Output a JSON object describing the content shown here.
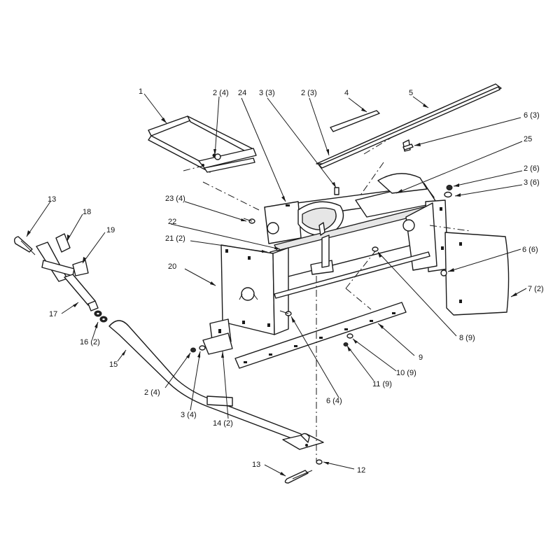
{
  "callouts": [
    {
      "id": "c1",
      "text": "1"
    },
    {
      "id": "c2",
      "text": "2 (4)"
    },
    {
      "id": "c3",
      "text": "24"
    },
    {
      "id": "c4",
      "text": "3 (3)"
    },
    {
      "id": "c5",
      "text": "2 (3)"
    },
    {
      "id": "c6",
      "text": "4"
    },
    {
      "id": "c7",
      "text": "5"
    },
    {
      "id": "c8",
      "text": "6 (3)"
    },
    {
      "id": "c9",
      "text": "25"
    },
    {
      "id": "c10",
      "text": "2 (6)"
    },
    {
      "id": "c11",
      "text": "3 (6)"
    },
    {
      "id": "c12",
      "text": "13"
    },
    {
      "id": "c13",
      "text": "18"
    },
    {
      "id": "c14",
      "text": "19"
    },
    {
      "id": "c15",
      "text": "23 (4)"
    },
    {
      "id": "c16",
      "text": "22"
    },
    {
      "id": "c17",
      "text": "21 (2)"
    },
    {
      "id": "c18",
      "text": "20"
    },
    {
      "id": "c19",
      "text": "6 (6)"
    },
    {
      "id": "c20",
      "text": "7 (2)"
    },
    {
      "id": "c21",
      "text": "17"
    },
    {
      "id": "c22",
      "text": "16 (2)"
    },
    {
      "id": "c23",
      "text": "15"
    },
    {
      "id": "c24",
      "text": "8 (9)"
    },
    {
      "id": "c25",
      "text": "9"
    },
    {
      "id": "c26",
      "text": "10 (9)"
    },
    {
      "id": "c27",
      "text": "11 (9)"
    },
    {
      "id": "c28",
      "text": "2 (4)"
    },
    {
      "id": "c29",
      "text": "3 (4)"
    },
    {
      "id": "c30",
      "text": "14 (2)"
    },
    {
      "id": "c31",
      "text": "6 (4)"
    },
    {
      "id": "c32",
      "text": "13"
    },
    {
      "id": "c33",
      "text": "12"
    }
  ]
}
